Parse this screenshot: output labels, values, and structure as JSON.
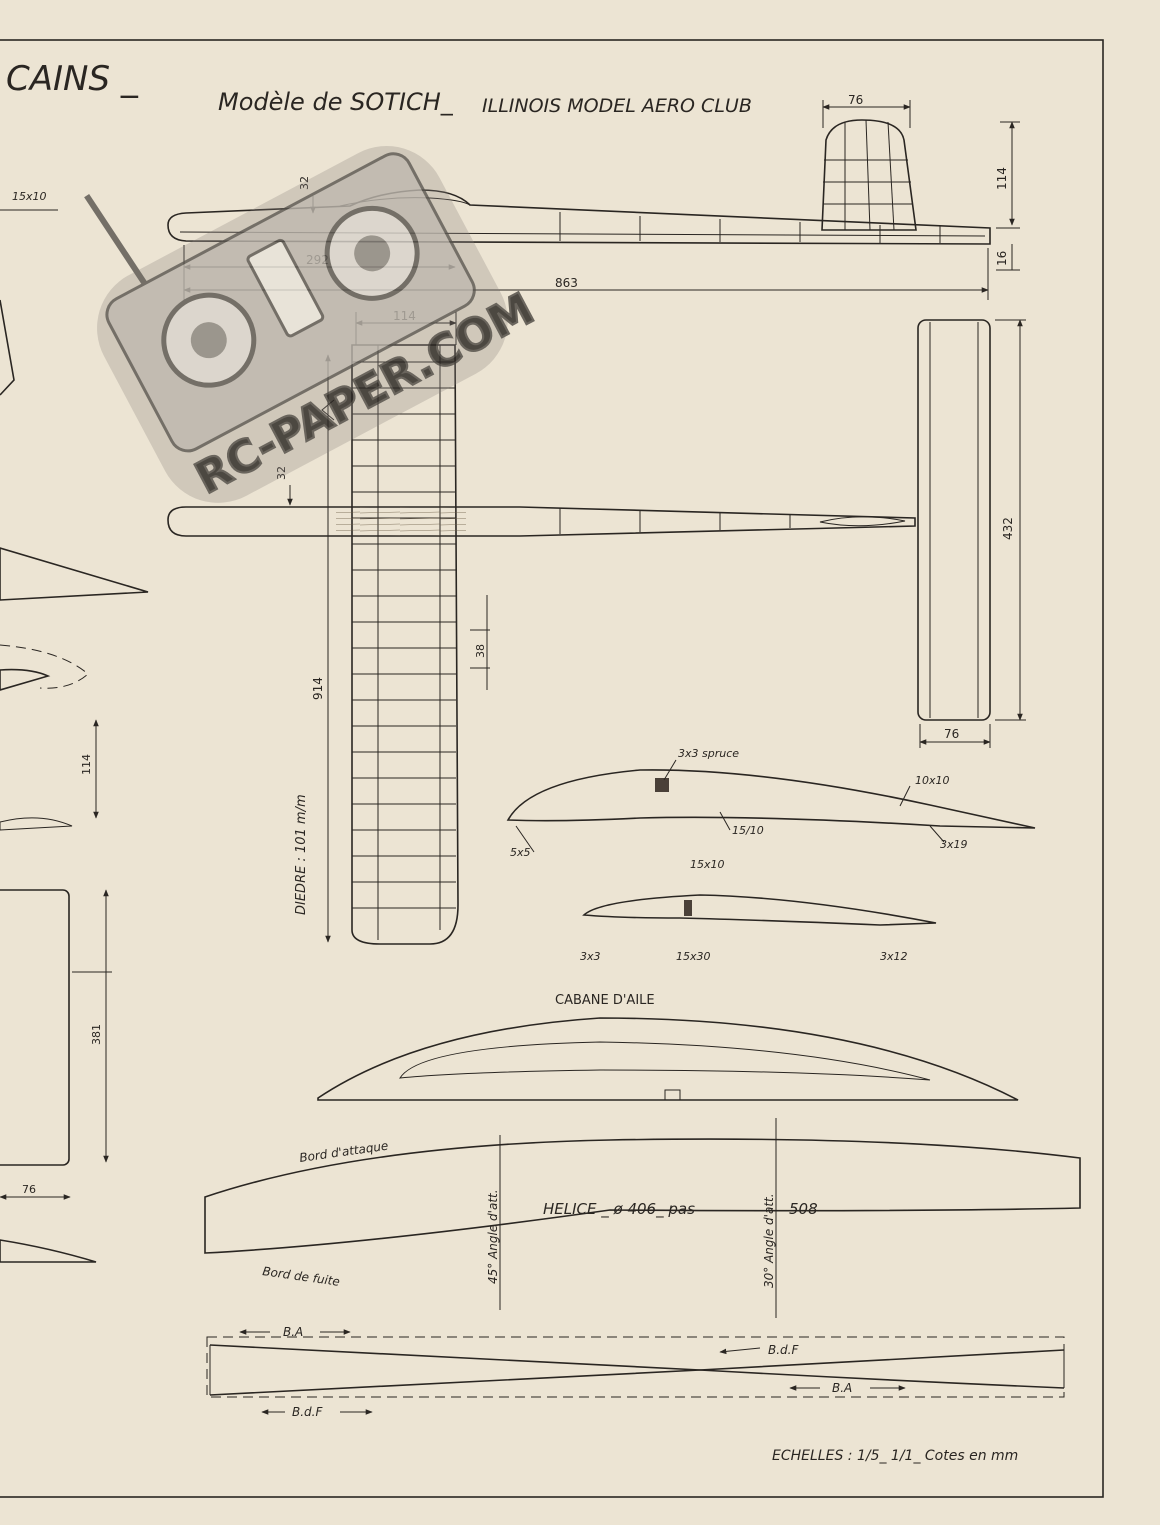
{
  "header": {
    "partial_title": "CAINS _",
    "model_title": "Modèle de SOTICH_",
    "club": "ILLINOIS MODEL AERO CLUB"
  },
  "watermark": {
    "text": "RC-PAPER.COM"
  },
  "dimensions": {
    "fin_width": "76",
    "fin_height": "114",
    "under_fuselage": "16",
    "fuselage_length": "863",
    "nose_to_wing": "292",
    "nose_height": "32",
    "wing_chord_top": "114",
    "wing_offset": "32",
    "wing_span": "914",
    "rib_spacing": "38",
    "stab_span": "432",
    "stab_chord": "76",
    "dihedral": "DIEDRE : 101 m/m",
    "left_stab_chord": "76",
    "left_stab_span": "381",
    "left_fin_height": "114",
    "left_spar": "15x10"
  },
  "wing_section": {
    "spar": "3x3 spruce",
    "te_strip": "10x10",
    "rib": "15/10",
    "leading_edge": "5x5",
    "trailing_edge": "3x19"
  },
  "stab_section": {
    "spar_top": "15x10",
    "leading_edge": "3x3",
    "spar": "15x30",
    "trailing_edge": "3x12"
  },
  "cabane": {
    "title": "CABANE D'AILE"
  },
  "propeller": {
    "leading_edge_label": "Bord d'attaque",
    "trailing_edge_label": "Bord de fuite",
    "spec_prefix": "HELICE _ ø 406_ pas",
    "spec_pitch": "508",
    "angle_root": "45° Angle d'att.",
    "angle_tip": "30° Angle d'att.",
    "ba_top": "B.A",
    "bdf_right": "B.d.F",
    "ba_right": "B.A",
    "bdf_bottom": "B.d.F"
  },
  "footer": {
    "scales": "ECHELLES : 1/5_ 1/1_ Cotes en mm"
  },
  "colors": {
    "paper": "#ece4d3",
    "ink": "#2a2622",
    "watermark": "#6f6a63",
    "wood": "#c9b791"
  }
}
